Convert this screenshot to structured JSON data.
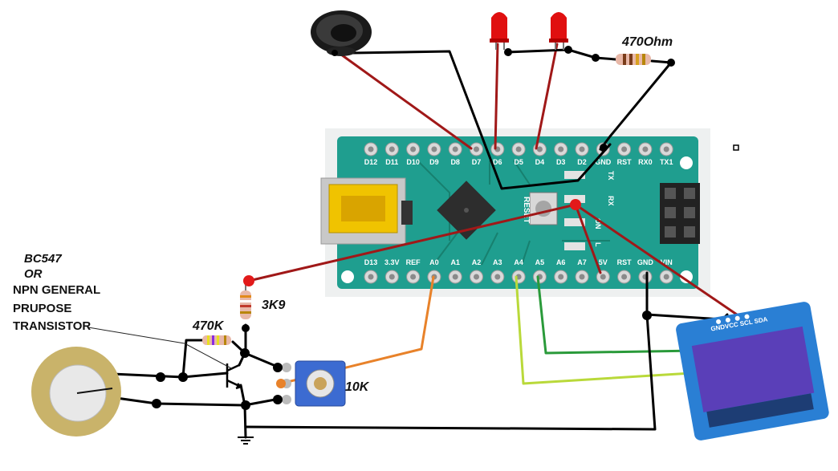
{
  "labels": {
    "resistor_led": "470Ohm",
    "transistor_title": "BC547",
    "transistor_or": "OR",
    "transistor_desc1": "NPN GENERAL",
    "transistor_desc2": "PRUPOSE",
    "transistor_desc3": "TRANSISTOR",
    "resistor_base": "470K",
    "resistor_3k9": "3K9",
    "pot": "10K"
  },
  "board": {
    "top_pins": [
      "D12",
      "D11",
      "D10",
      "D9",
      "D8",
      "D7",
      "D6",
      "D5",
      "D4",
      "D3",
      "D2",
      "GND",
      "RST",
      "RX0",
      "TX1"
    ],
    "bottom_pins": [
      "D13",
      "3.3V",
      "REF",
      "A0",
      "A1",
      "A2",
      "A3",
      "A4",
      "A5",
      "A6",
      "A7",
      "5V",
      "RST",
      "GND",
      "VIN"
    ],
    "button_label": "RESET",
    "led_labels": [
      "TX",
      "RX",
      "ON",
      "L"
    ]
  },
  "oled": {
    "header": "GNDVCC SCL SDA"
  },
  "colors": {
    "board": "#1f9e8f",
    "board_dark": "#17806f",
    "wire_black": "#000000",
    "wire_red": "#a01818",
    "wire_orange": "#e8822a",
    "wire_green": "#2a9a3a",
    "wire_lime": "#b9d93a",
    "red_dot": "#e21a1a",
    "oled_blue": "#2a7fd4",
    "oled_screen": "#5a3fb8"
  },
  "icons": [
    "speaker-icon",
    "led-icon",
    "resistor-icon",
    "piezo-icon",
    "transistor-icon",
    "potentiometer-icon",
    "ground-icon",
    "usb-connector-icon"
  ]
}
